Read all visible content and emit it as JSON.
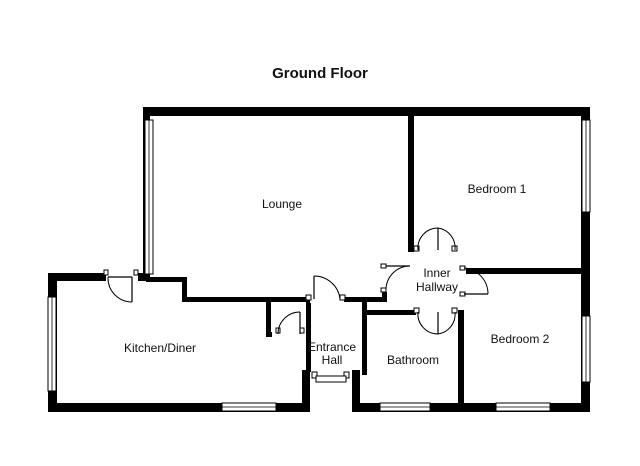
{
  "floor_title": "Ground Floor",
  "rooms": {
    "lounge": "Lounge",
    "bedroom_1": "Bedroom 1",
    "inner_hallway_line1": "Inner",
    "inner_hallway_line2": "Hallway",
    "kitchen_diner": "Kitchen/Diner",
    "entrance_hall_line1": "Entrance",
    "entrance_hall_line2": "Hall",
    "bathroom": "Bathroom",
    "bedroom_2": "Bedroom 2"
  },
  "colors": {
    "wall": "#000000",
    "background": "#ffffff",
    "label": "#111111"
  }
}
